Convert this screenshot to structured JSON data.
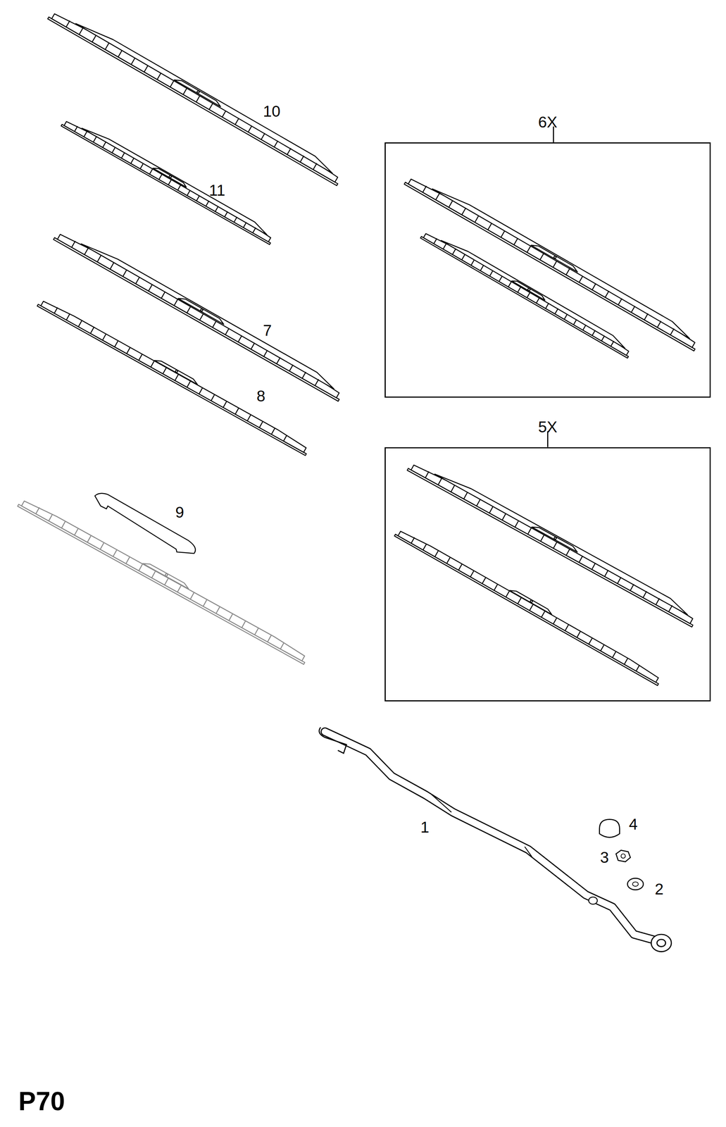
{
  "diagram": {
    "nodes": [
      {
        "text": [
          "6X"
        ]
      },
      {
        "text": [
          "5X"
        ]
      }
    ],
    "labels": [
      "10",
      "11",
      "7",
      "8",
      "9",
      "1",
      "4",
      "3",
      "2",
      "P70"
    ]
  }
}
